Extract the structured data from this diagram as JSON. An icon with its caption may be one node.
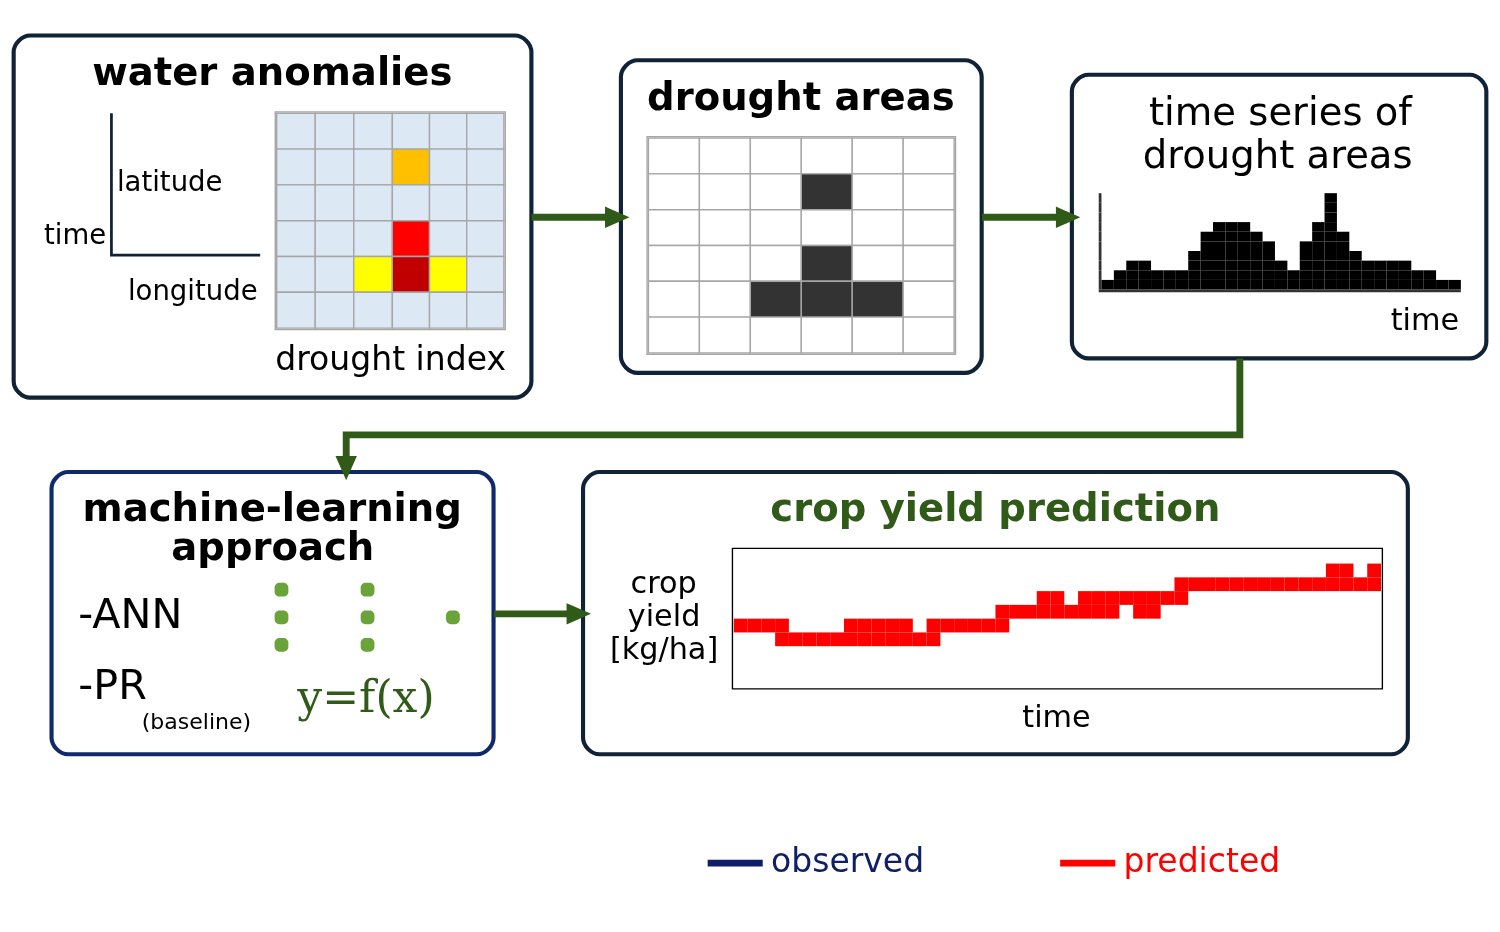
{
  "diagram": {
    "nodes": [
      {
        "text": [
          "water anomalies",
          "latitude",
          "time",
          "longitude",
          "drought index"
        ]
      },
      {
        "text": [
          "drought areas"
        ]
      },
      {
        "text": [
          "time series of drought areas",
          "time"
        ]
      },
      {
        "text": [
          "machine-learning approach",
          "-ANN",
          "-PR",
          "(baseline)",
          "y=f(x)"
        ]
      },
      {
        "text": [
          "crop yield prediction",
          "crop yield [kg/ha]",
          "time"
        ]
      }
    ],
    "edges": [
      {
        "from": 0,
        "to": 1,
        "arrow": "to"
      },
      {
        "from": 1,
        "to": 2,
        "arrow": "to"
      },
      {
        "from": 2,
        "to": 3,
        "arrow": "to"
      },
      {
        "from": 3,
        "to": 4,
        "arrow": "to"
      }
    ],
    "legend": [
      {
        "text": "observed"
      },
      {
        "text": "predicted"
      }
    ]
  }
}
